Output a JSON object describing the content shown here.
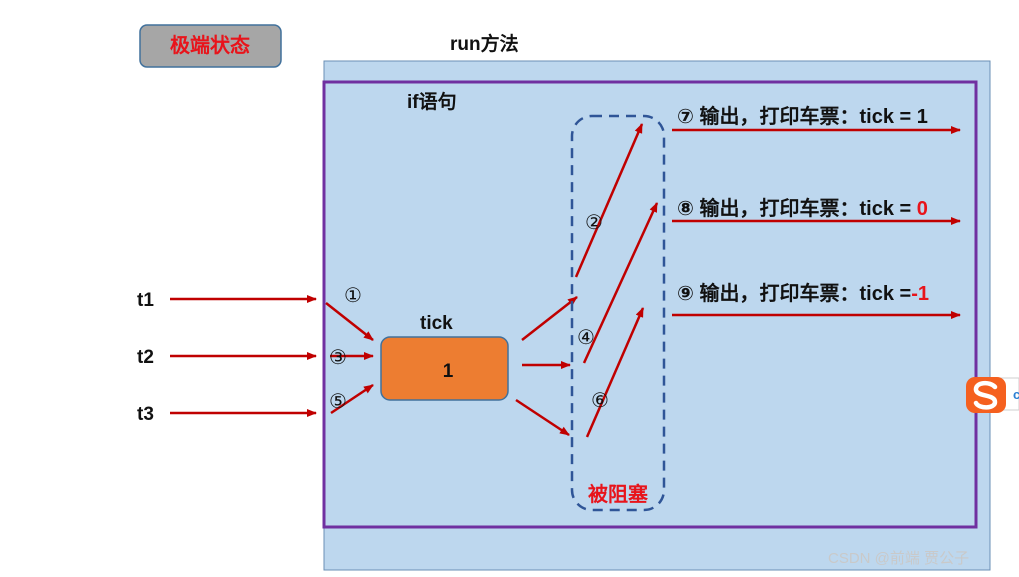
{
  "state_label": "极端状态",
  "run_label": "run方法",
  "if_label": "if语句",
  "threads": [
    "t1",
    "t2",
    "t3"
  ],
  "tick_label": "tick",
  "tick_value": "1",
  "steps": {
    "s1": "①",
    "s2": "②",
    "s3": "③",
    "s4": "④",
    "s5": "⑤",
    "s6": "⑥"
  },
  "blocked_label": "被阻塞",
  "outputs": [
    {
      "prefix": "⑦ 输出，打印车票：tick = ",
      "value": "1"
    },
    {
      "prefix": "⑧ 输出，打印车票：tick = ",
      "value": "0"
    },
    {
      "prefix": "⑨ 输出，打印车票：tick =",
      "value": "-1"
    }
  ],
  "watermark": "CSDN @前端 贾公子",
  "colors": {
    "arrow": "#c00000",
    "run_box_fill": "#bdd7ee",
    "if_box_border": "#7030a0",
    "tick_box_fill": "#ed7d31",
    "dashed": "#2f5597",
    "highlight": "#e8141b",
    "state_box_fill": "#a6a6a6"
  },
  "icons": [
    "sogou-input-icon"
  ]
}
